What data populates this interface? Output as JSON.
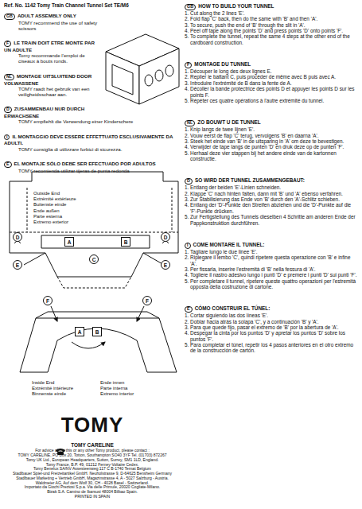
{
  "diagram": {
    "nodes": [
      {
        "text": [
          "D"
        ]
      },
      {
        "text": [
          "A"
        ]
      },
      {
        "text": [
          "B"
        ]
      },
      {
        "text": [
          "D"
        ]
      },
      {
        "text": [
          "E"
        ]
      },
      {
        "text": [
          "C"
        ]
      },
      {
        "text": [
          "E"
        ]
      },
      {
        "text": [
          "F"
        ]
      },
      {
        "text": [
          "F"
        ]
      },
      {
        "text": [
          "A"
        ]
      },
      {
        "text": [
          "B"
        ]
      }
    ],
    "labels": [
      "Ref. No. 1142 Tomy Train Channel Tunnel Set TE/M6",
      "GB",
      "ADULT ASSEMBLY ONLY",
      "TOMY recommend the use of safety scissors",
      "F",
      "LE TRAIN DOIT ETRE MONTE PAR UN ADULTE",
      "Tomy recommande l'emploi de ciseaux à bouts ronds.",
      "NL",
      "MONTAGE UITSLUITEND DOOR VOLWASSENE",
      "TOMY raadt het gebruik van een veiligheidsschaar aan.",
      "D",
      "ZUSAMMENBAU NUR DURCH ERWACHSENE",
      "TOMY empfiehlt die Verwendung einer Kinderschere",
      "I",
      "IL MONTAGGIO DEVE ESSERE EFFETTUATO ESCLUSIVAMENTE DA ADULTI.",
      "TOMY consiglia di utilizzare forbici di sicurezza.",
      "E",
      "EL MONTAJE SÓLO DEBE SER EFECTUADO POR ADULTOS",
      "TOMY recomienda utilizar tijeras de punta redonda",
      "Outside End",
      "Extrémité extérieure",
      "Buitenste einde",
      "Ende außen",
      "Parte esterna",
      "Extremo exterior",
      "Inside End",
      "Extrémité intérieure",
      "Binnenste einde",
      "Ende innen",
      "Parte interna",
      "Extremo interior",
      "TOMY",
      "TOMY CARELINE",
      "For advice about this or any other Tomy product, please contact :",
      "TOMY CARELINE, PO Box 20, Totton, Southampton SO40 3YF Tel. (01703) 872267",
      "Tomy UK Ltd., European Headquarters, Sutton, Surrey, SM1 1LD, England.",
      "Tomy France, B.P. 49, 01212 Ferney-Voltaire Cedex.",
      "Tomy Benelux SA/NV Assesteenweg 117 C B-1740 Ternat Belgium",
      "Stadlbauer Spiel-und Freizeitartikel GmbH. Neuholstrasse 9, D-64625 Bensheim Germany",
      "Stadlbauer Marketing + Vertrieb GmbH, Magazinstrasse 4, A - 5027 Salzburg - Austria.",
      "Waldmeier AG, Auf dem Wolf 30, CH - 4028 Basel - Switzerland.",
      "Importato da Giochi Preziosi S.p.a. Via delle Primule, 20020 Cogliate-Milano.",
      "Bizak S.A. Camino de Ibarsusi 48004 Bilbao Spain.",
      "PRINTED IN SPAIN",
      "GB",
      "HOW TO BUILD YOUR TUNNEL",
      "1. Cut along the 2 lines 'E'.",
      "2. Fold flap 'C' back, then do the same with 'B' and then 'A'.",
      "3. To secure, push the end of 'B' through the slit in 'A'.",
      "4. Peel off tape along the points 'D' and press points 'D' onto points 'F'.",
      "5. To complete the tunnel, repeat the same 4 steps at the other end of the cardboard construction.",
      "F",
      "MONTAGE DU TUNNEL",
      "1. Découper le long des deux lignes E.",
      "2. Replier le battant C, puis procéder de même avec B puis avec A.",
      "3. Introduire l'extrémité de B dans la fente de A.",
      "4. Décoller la bande protectrice des points D et appuyer les points D sur les points F.",
      "5. Répéter ces quatre opérations à l'autre extrémité du tunnel.",
      "NL",
      "ZO BOUWT U DE TUNNEL",
      "1. Knip langs de twee lijnen 'E'.",
      "2. Vouw eerst de flap 'C' terug, vervolgens 'B' en daarna 'A'.",
      "3. Steek het einde van 'B' in de uitsparing in 'A' om deze te bevestigen.",
      "4. Verwijder de tape langs de punten 'D' en druk deze op de punten 'F'.",
      "5. Herhaal deze vier stappen bij het andere einde van de kartonnen constructie.",
      "D",
      "SO WIRD DER TUNNEL ZUSAMMENGEBAUT:",
      "1. Entlang der beiden 'E'-Linien schneiden.",
      "2. Klappe 'C' nach hinten falten, dann mit 'B' und 'A' ebenso verfahren.",
      "3. Zur Stabilisierung das Ende von 'B' durch den 'A'-Schlitz schieben.",
      "4. Entlang der 'D'-Punkte den Streifen abziehen und die 'D'-Punkte auf die 'F'-Punkte drücken.",
      "5. Zur Fertigstellung des Tunnels dieselben 4 Schritte am anderen Ende der Pappkonstruktion durchführen.",
      "I",
      "COME MONTARE IL TUNNEL:",
      "1. Tagliare lungo le due linee 'E'.",
      "2. Ripiegare il lembo 'C', quindi ripetere questa operazione con 'B' e infine 'A'.",
      "3. Per fissarla, inserire l'estremità di 'B' nella fessura di 'A'.",
      "4. Togliere il nastro adesivo lungo i punti 'D' e premere i punti 'D' sui punti 'F'.",
      "5. Per completare il tunnel, ripetere queste quattro operazioni per l'estremità opposta della costruzione di cartone.",
      "E",
      "CÓMO CONSTRUIR EL TÚNEL:",
      "1. Cortar siguiendo las dos líneas 'E'.",
      "2. Doblar hacia atrás la solapa 'C', y a continuación 'B' y 'A'.",
      "3. Para que quede fijo, pasar el extremo de 'B' por la abertura de 'A'.",
      "4. Despegar la cinta por los puntos 'D' y apretar los puntos 'D' sobre los puntos 'F'.",
      "5. Para completar el túnel, repetir los 4 pasos anteriores en el otro extremo de la construcción de cartón."
    ]
  }
}
